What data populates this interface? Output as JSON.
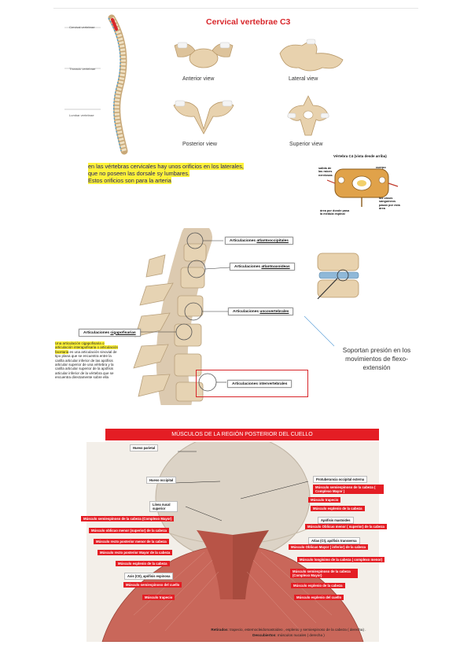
{
  "vertebra": {
    "title": "Cervical vertebrae C3",
    "spine_labels": {
      "cervical": "Cervical vertebrae",
      "thoracic": "Thoracic vertebrae",
      "lumbar": "Lumbar vertebrae"
    },
    "views": {
      "anterior": "Anterior view",
      "lateral": "Lateral view",
      "posterior": "Posterior view",
      "superior": "Superior view"
    },
    "note_line1": "en las vértebras cervicales hay unos orificios en los laterales,",
    "note_line2": "que no poseen las dorsale sy lumbares.",
    "note_line3": "Estos orificios son para la arteria",
    "c4": {
      "title": "Vértebra C4 (vista desde arriba)",
      "salida": "salida de las raíces nerviosas",
      "cuerpo": "cuerpo",
      "vasos": "los vasos sanguíneos pasan por esta área",
      "medula": "área por donde pasa la médula espinal"
    }
  },
  "joints": {
    "atlanto_pre": "Articulaciones ",
    "atlanto_u": "atlantooccipitales",
    "atlantoaxo_pre": "Articulaciones ",
    "atlantoaxo_u": "atlantoaxoideas",
    "unco_pre": "Articulaciones ",
    "unco_u": "uncovertebrales",
    "cig_pre": "Articulaciones ",
    "cig_u": "cigapofisarias",
    "inter": "Articulaciones intervertebrales",
    "cig_desc_hl": "Una articulación cigapofisaria o articulación interapofisaria o articulación facetaria",
    "cig_desc_rest": " es una articulación sinovial de tipo plana que se encuentra entre la carilla articular inferior de las apófisis articular superior de una vértebra y la carilla articular superior de la apófisis articular inferior de la vértebra que se encuentra directamente sobre ella",
    "support_note": "Soportan presión en los movimientos de flexo-extensión"
  },
  "muscles": {
    "banner": "MÚSCULOS DE LA REGIÓN POSTERIOR DEL CUELLO",
    "left": {
      "hueso_parietal": "Hueso parietal",
      "hueso_occipital": "Hueso occipital",
      "linea_nucal": "Línea nucal superior",
      "semiespinoso_cab": "Músculo semiespinoso de la cabeza (Complexo Mayor)",
      "oblicuo_sup": "Músculo oblicuo menor (superior) de la cabeza",
      "recto_menor": "Músculo recto posterior menor de la cabeza",
      "recto_mayor": "Músculo recto posterior Mayor de la cabeza",
      "esplenio_cab": "Músculo esplenio de la cabeza",
      "axis": "Axis (CII), apófisis espinosa",
      "semiespinoso_cuello": "Músculo semiespinoso del cuello",
      "trapecio": "Músculo trapecio"
    },
    "right": {
      "protuberancia": "Protuberancia occipital externa",
      "semiespinoso_cab": "Músculo semiespinoso de la cabeza ( Complexo Mayor )",
      "trapecio": "Músculo trapecio",
      "esplenio_cab": "Músculo esplenio de la cabeza",
      "apofisis": "Apófisis mastoides",
      "oblicuo_sup": "Músculo Oblicuo menor ( superior) de la cabeza",
      "atlas": "Atlas (CI), apófisis transversa",
      "oblicuo_inf": "Músculo Oblicuo Mayor ( inferior) de la cabeza",
      "longisimo": "Músculo longísimo de la cabeza ( complexo menor)",
      "semiespinoso_cab2": "Músculo semiespinoso de la cabeza (Complexo Mayor)",
      "esplenio_cab2": "Músculo esplenio de la cabeza",
      "esplenio_cuello": "Músculo esplenio del cuello"
    },
    "foot_bold1": "Retirados",
    "foot_text1": ": trapecio, esternocleidomastoideo , esplenio y semiespinoso de la cabeza ( derecha) . ",
    "foot_bold2": "Descubiertos",
    "foot_text2": ": músculos nucales ( derecha )"
  },
  "colors": {
    "accent_red": "#e41d24",
    "highlight": "#fff23a",
    "bone": "#e8d2ae",
    "muscle": "#c9675a"
  }
}
